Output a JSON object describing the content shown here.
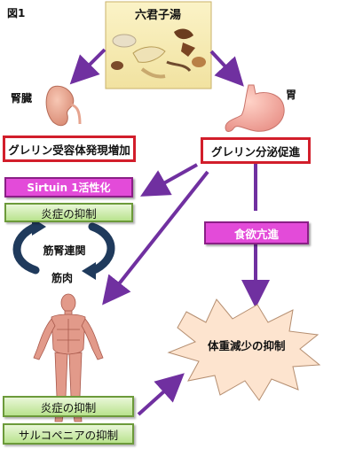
{
  "figure_label": "図1",
  "top_herb": {
    "label": "六君子湯"
  },
  "organs": {
    "kidney": "腎臓",
    "stomach": "胃"
  },
  "boxes": {
    "ghrelin_receptor": "グレリン受容体発現増加",
    "ghrelin_secretion": "グレリン分泌促進",
    "sirtuin": "Sirtuin 1活性化",
    "inflammation_top": "炎症の抑制",
    "appetite": "食欲亢進",
    "inflammation_bottom": "炎症の抑制",
    "sarcopenia": "サルコペニアの抑制"
  },
  "cycle": {
    "center": "筋腎連関",
    "muscle": "筋肉"
  },
  "burst": {
    "label": "体重減少の抑制"
  },
  "colors": {
    "arrow": "#7030a0",
    "red_border": "#d21e2b",
    "magenta": "#e34bd9",
    "green": "#b9e38e",
    "burst": "#fde4cf"
  }
}
